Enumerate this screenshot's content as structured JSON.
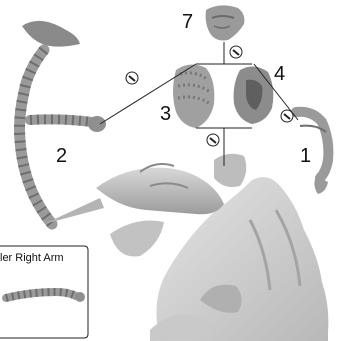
{
  "callouts": {
    "part_1": "1",
    "part_2": "2",
    "part_3": "3",
    "part_4": "4",
    "part_7": "7"
  },
  "inset": {
    "label": "ler Right Arm"
  },
  "icons": {
    "glue": "glue-drop-icon"
  }
}
